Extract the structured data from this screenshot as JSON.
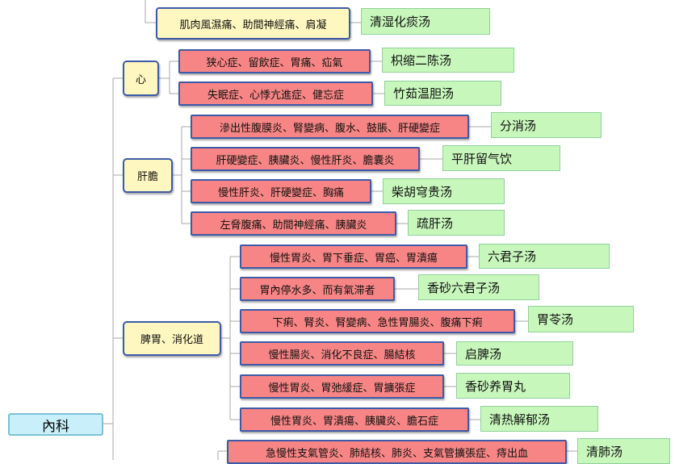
{
  "root": "內科",
  "categories": {
    "heart": "心",
    "liver": "肝膽",
    "spleen": "脾胃、消化道"
  },
  "items": [
    {
      "disease": "肌肉風濕痛、助間神經痛、肩凝",
      "remedy": "清湿化痰汤"
    },
    {
      "disease": "狭心症、留飲症、胃痛、疝氣",
      "remedy": "枳缩二陈汤"
    },
    {
      "disease": "失眠症、心悸亢進症、健忘症",
      "remedy": "竹茹温胆汤"
    },
    {
      "disease": "滲出性腹膜炎、腎變病、腹水、鼓脹、肝硬變症",
      "remedy": "分消汤"
    },
    {
      "disease": "肝硬變症、胰臟炎、慢性肝炎、膽囊炎",
      "remedy": "平肝留气饮"
    },
    {
      "disease": "慢性肝炎、肝硬變症、胸痛",
      "remedy": "柴胡穹贵汤"
    },
    {
      "disease": "左脅腹痛、助間神經痛、胰臟炎",
      "remedy": "疏肝汤"
    },
    {
      "disease": "慢性胃炎、胃下垂症、胃癌、胃潰瘍",
      "remedy": "六君子汤"
    },
    {
      "disease": "胃內停水多、而有氣滞者",
      "remedy": "香砂六君子汤"
    },
    {
      "disease": "下痢、腎炎、腎變病、急性胃腸炎、腹痛下痢",
      "remedy": "胃苓汤"
    },
    {
      "disease": "慢性腸炎、消化不良症、腸結核",
      "remedy": "启脾汤"
    },
    {
      "disease": "慢性胃炎、胃弛緩症、胃擴張症",
      "remedy": "香砂养胃丸"
    },
    {
      "disease": "慢性胃炎、胃潰瘍、胰臟炎、膽石症",
      "remedy": "清热解郁汤"
    },
    {
      "disease": "急慢性支氣管炎、肺結核、肺炎、支氣管擴張症、痔出血",
      "remedy": "清肺汤"
    }
  ]
}
